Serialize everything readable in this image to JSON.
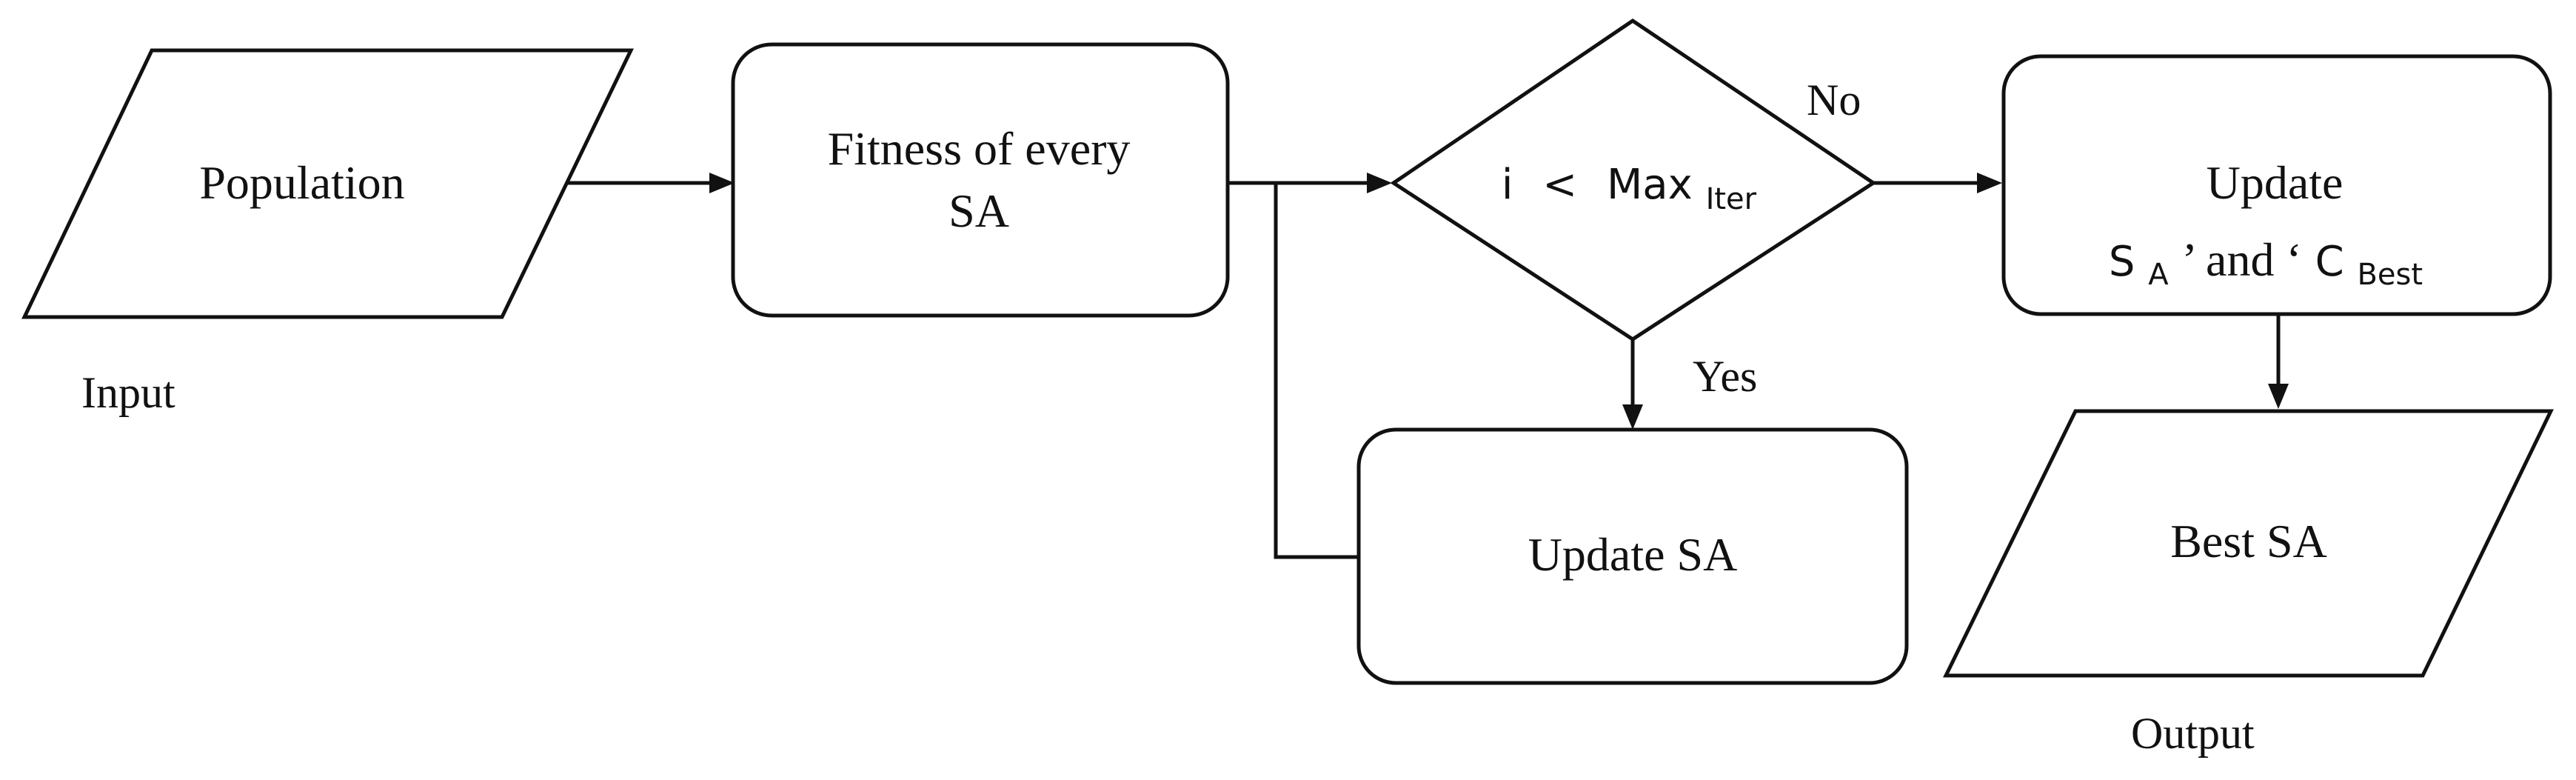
{
  "nodes": {
    "population": {
      "label": "Population"
    },
    "fitness": {
      "line1": "Fitness of every",
      "line2": "SA"
    },
    "decision": {
      "lhs": "i",
      "op": "<",
      "base": "Max",
      "sub": "Iter"
    },
    "update_sa": {
      "label": "Update SA"
    },
    "update_best": {
      "line1": "Update",
      "s_base": "S",
      "s_sub": "A",
      "middle": "’ and ‘",
      "c_base": "C",
      "c_sub": "Best"
    },
    "best_sa": {
      "label": "Best SA"
    }
  },
  "captions": {
    "input": "Input",
    "output": "Output"
  },
  "edge_labels": {
    "no": "No",
    "yes": "Yes"
  }
}
